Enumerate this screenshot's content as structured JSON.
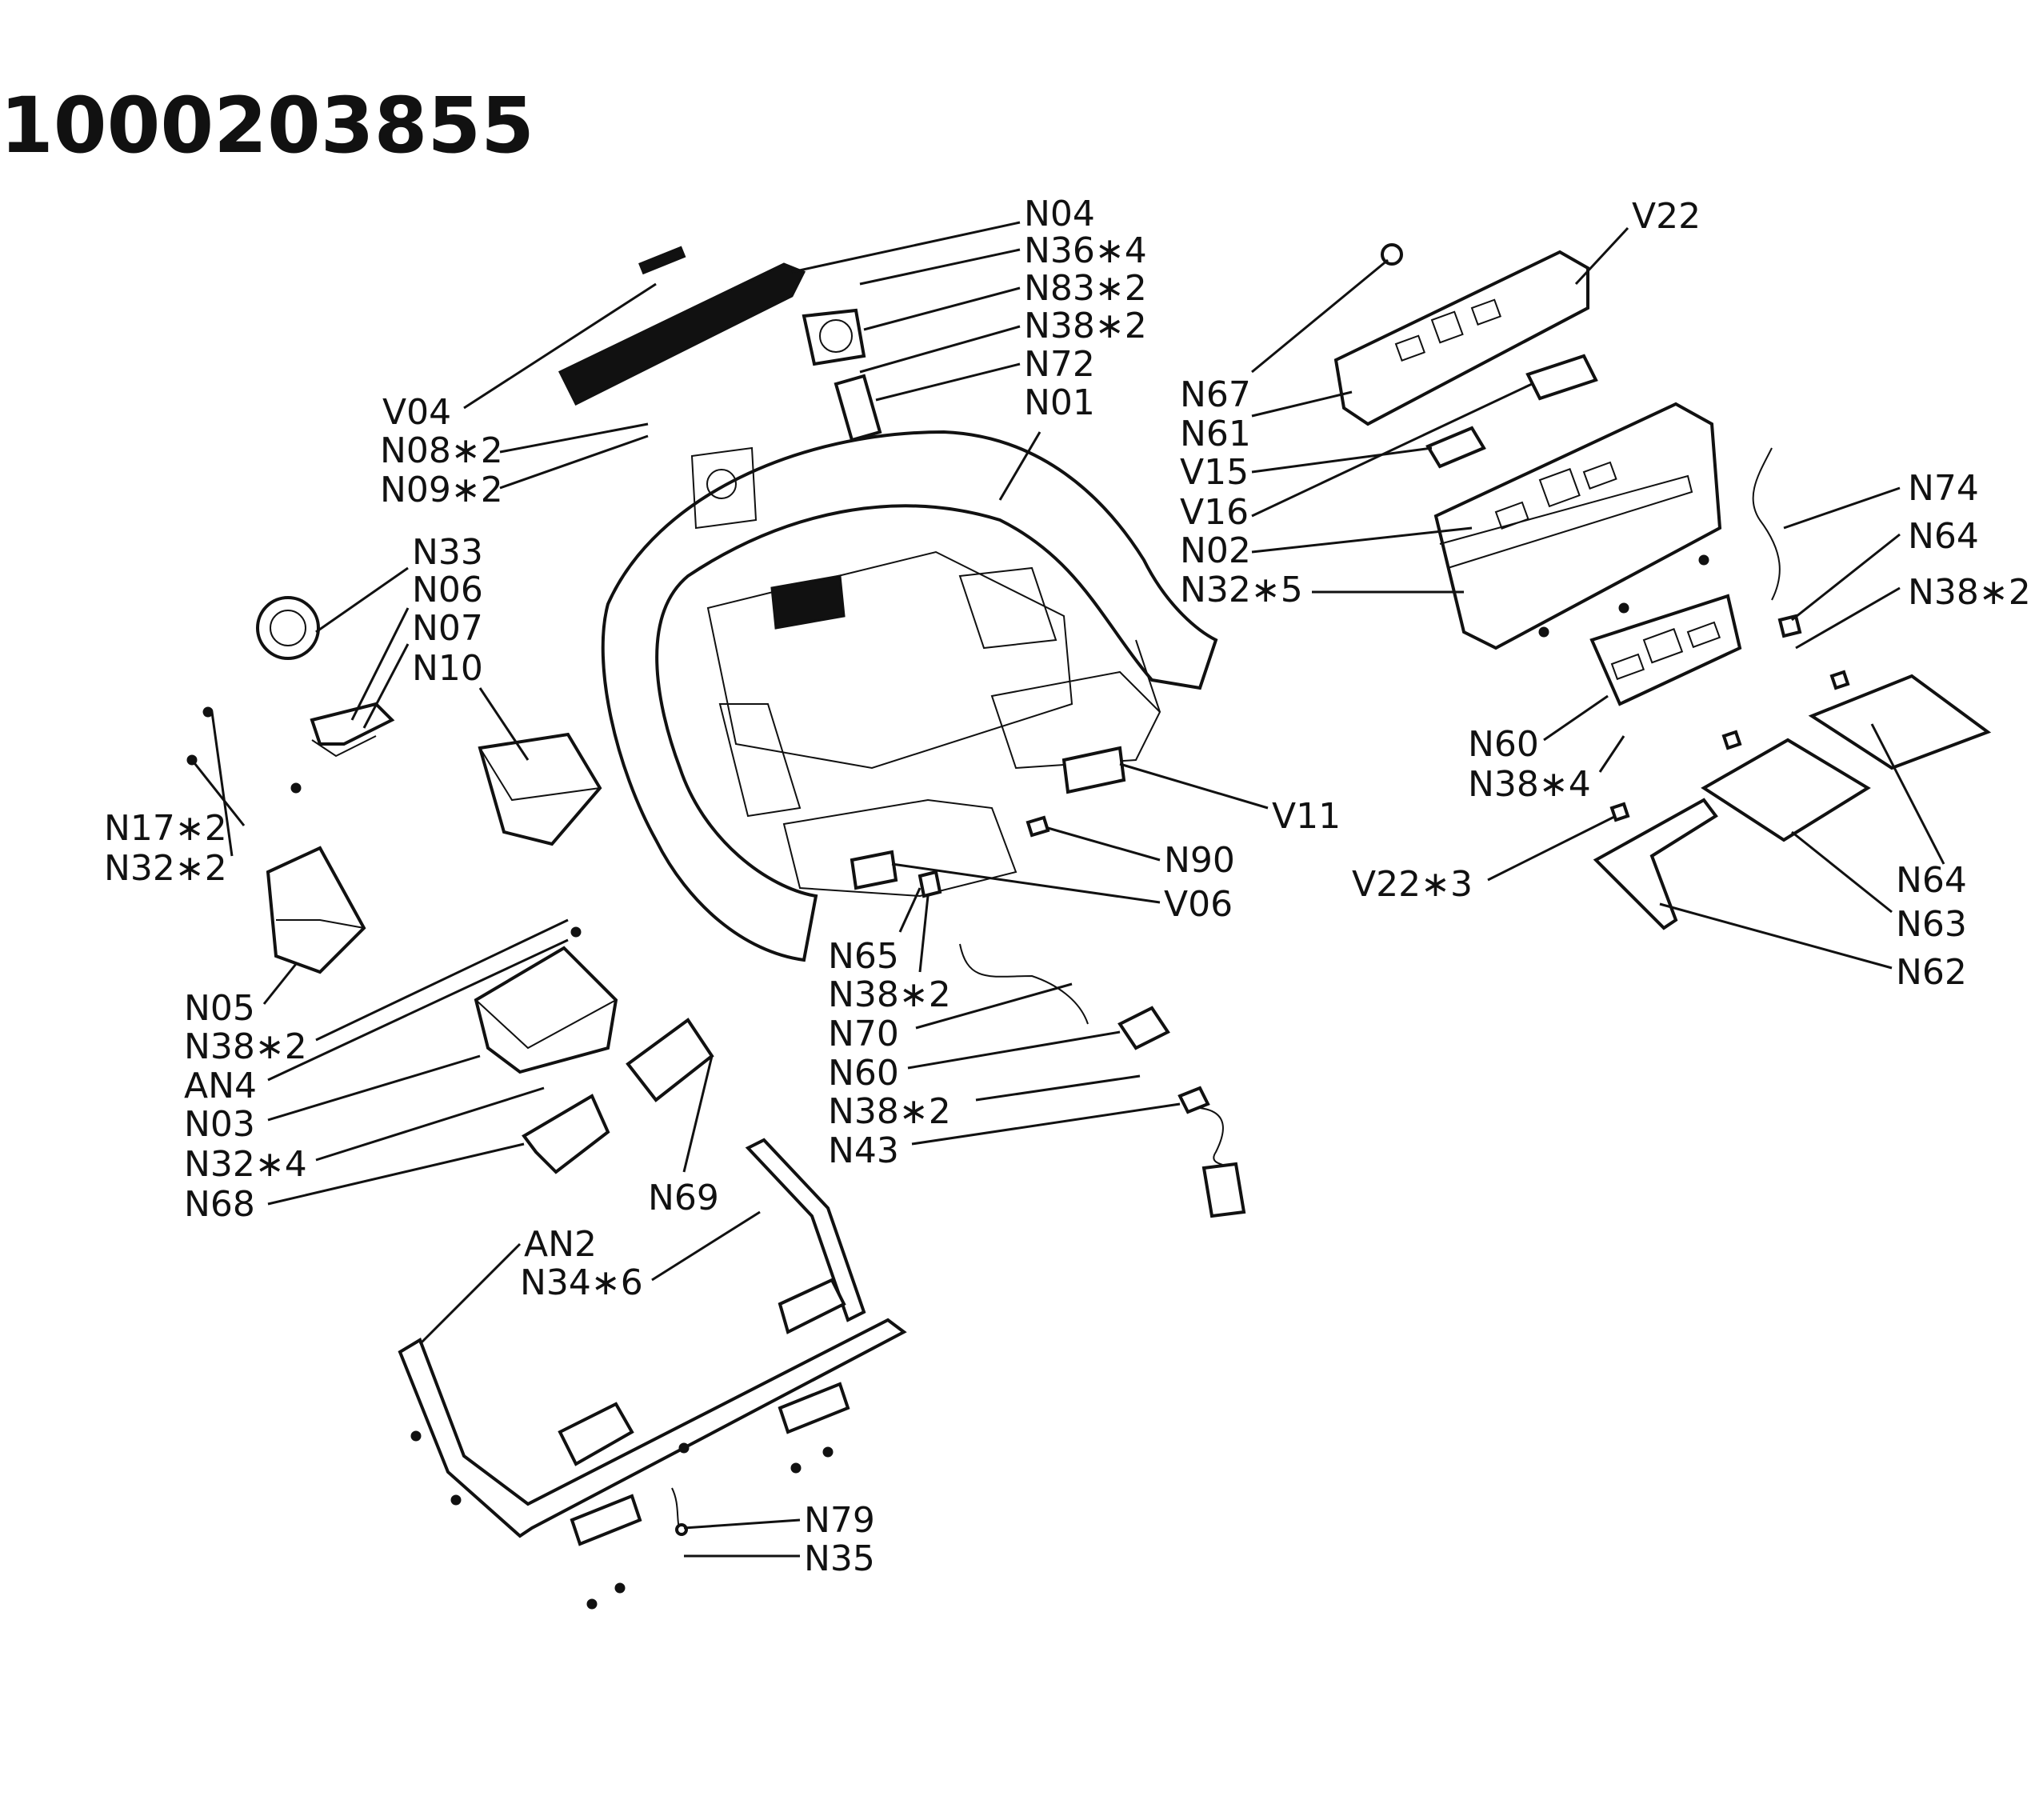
{
  "title": "1000203855",
  "labels": [
    {
      "id": "n04",
      "text": "N04"
    },
    {
      "id": "n36x4",
      "text": "N36∗4"
    },
    {
      "id": "n83x2",
      "text": "N83∗2"
    },
    {
      "id": "n38x2-a",
      "text": "N38∗2"
    },
    {
      "id": "n72",
      "text": "N72"
    },
    {
      "id": "n01",
      "text": "N01"
    },
    {
      "id": "v04",
      "text": "V04"
    },
    {
      "id": "n08x2",
      "text": "N08∗2"
    },
    {
      "id": "n09x2",
      "text": "N09∗2"
    },
    {
      "id": "n33",
      "text": "N33"
    },
    {
      "id": "n06",
      "text": "N06"
    },
    {
      "id": "n07",
      "text": "N07"
    },
    {
      "id": "n10",
      "text": "N10"
    },
    {
      "id": "n17x2",
      "text": "N17∗2"
    },
    {
      "id": "n32x2",
      "text": "N32∗2"
    },
    {
      "id": "n05",
      "text": "N05"
    },
    {
      "id": "n38x2-b",
      "text": "N38∗2"
    },
    {
      "id": "an4",
      "text": "AN4"
    },
    {
      "id": "n03",
      "text": "N03"
    },
    {
      "id": "n32x4",
      "text": "N32∗4"
    },
    {
      "id": "n68",
      "text": "N68"
    },
    {
      "id": "n69",
      "text": "N69"
    },
    {
      "id": "an2",
      "text": "AN2"
    },
    {
      "id": "n34x6",
      "text": "N34∗6"
    },
    {
      "id": "n79",
      "text": "N79"
    },
    {
      "id": "n35",
      "text": "N35"
    },
    {
      "id": "n65",
      "text": "N65"
    },
    {
      "id": "n38x2-c",
      "text": "N38∗2"
    },
    {
      "id": "n70",
      "text": "N70"
    },
    {
      "id": "n60-a",
      "text": "N60"
    },
    {
      "id": "n38x2-d",
      "text": "N38∗2"
    },
    {
      "id": "n43",
      "text": "N43"
    },
    {
      "id": "v11",
      "text": "V11"
    },
    {
      "id": "n90",
      "text": "N90"
    },
    {
      "id": "v06",
      "text": "V06"
    },
    {
      "id": "v22",
      "text": "V22"
    },
    {
      "id": "n67",
      "text": "N67"
    },
    {
      "id": "n61",
      "text": "N61"
    },
    {
      "id": "v15",
      "text": "V15"
    },
    {
      "id": "v16",
      "text": "V16"
    },
    {
      "id": "n02",
      "text": "N02"
    },
    {
      "id": "n32x5",
      "text": "N32∗5"
    },
    {
      "id": "n74",
      "text": "N74"
    },
    {
      "id": "n64-a",
      "text": "N64"
    },
    {
      "id": "n38x2-e",
      "text": "N38∗2"
    },
    {
      "id": "n60-b",
      "text": "N60"
    },
    {
      "id": "n38x4",
      "text": "N38∗4"
    },
    {
      "id": "v22x3",
      "text": "V22∗3"
    },
    {
      "id": "n64-b",
      "text": "N64"
    },
    {
      "id": "n63",
      "text": "N63"
    },
    {
      "id": "n62",
      "text": "N62"
    }
  ]
}
